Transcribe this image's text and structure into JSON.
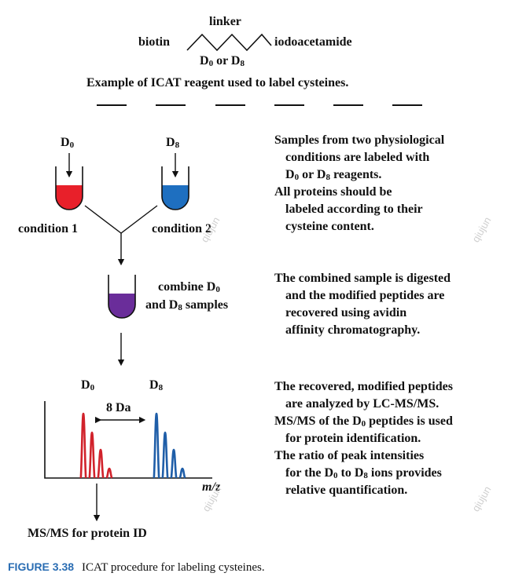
{
  "reagent": {
    "linker": "linker",
    "biotin": "biotin",
    "iodoacetamide": "iodoacetamide",
    "variant_pre": "D",
    "variant_sub0": "0",
    "variant_mid": " or D",
    "variant_sub8": "8",
    "caption": "Example of ICAT reagent used to label cysteines."
  },
  "tubes": {
    "d0_label": "D",
    "d0_sub": "0",
    "d8_label": "D",
    "d8_sub": "8",
    "condition1": "condition 1",
    "condition2": "condition 2",
    "colors": {
      "d0": "#e8202a",
      "d8": "#1e6fc0",
      "combined": "#6a2d9a"
    }
  },
  "combine": {
    "line1": "combine D",
    "line1_sub": "0",
    "line2_pre": "and D",
    "line2_sub": "8",
    "line2_post": " samples"
  },
  "spectrum": {
    "d0_label": "D",
    "d0_sub": "0",
    "d8_label": "D",
    "d8_sub": "8",
    "mass_shift": "8 Da",
    "axis_label": "m/z",
    "peak_colors": {
      "d0": "#d1222b",
      "d8": "#1f5ea8"
    }
  },
  "bottom_label": "MS/MS for protein ID",
  "notes": {
    "block1": {
      "l1": "Samples from two physiological",
      "l2": "conditions are labeled with",
      "l3_pre": "D",
      "l3_sub0": "0",
      "l3_mid": " or D",
      "l3_sub8": "8",
      "l3_post": " reagents.",
      "l4": "All proteins should be",
      "l5": "labeled according to their",
      "l6": "cysteine content."
    },
    "block2": {
      "l1": "The combined sample is digested",
      "l2": "and the modified peptides are",
      "l3": "recovered using avidin",
      "l4": "affinity chromatography."
    },
    "block3": {
      "l1": "The recovered, modified peptides",
      "l2": "are analyzed by LC-MS/MS.",
      "l3_pre": "MS/MS of the D",
      "l3_sub": "0",
      "l3_post": " peptides is used",
      "l4": "for protein identification.",
      "l5": "The ratio of peak intensities",
      "l6_pre": "for the D",
      "l6_sub0": "0",
      "l6_mid": " to D",
      "l6_sub8": "8",
      "l6_post": " ions provides",
      "l7": "relative quantification."
    }
  },
  "figure": {
    "number": "FIGURE 3.38",
    "caption": "ICAT procedure for labeling cysteines."
  },
  "watermark": "qiujun"
}
